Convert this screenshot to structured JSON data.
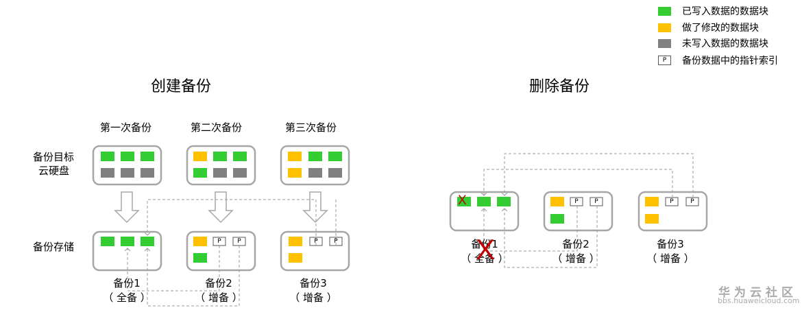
{
  "colors": {
    "written": "#33cc33",
    "modified": "#ffc000",
    "unwritten": "#808080",
    "frame": "#a6a6a6",
    "delete_mark": "#c00000"
  },
  "legend": [
    {
      "type": "written",
      "label": "已写入数据的数据块"
    },
    {
      "type": "modified",
      "label": "做了修改的数据块"
    },
    {
      "type": "unwritten",
      "label": "未写入数据的数据块"
    },
    {
      "type": "pointer",
      "label": "备份数据中的指针索引",
      "symbol": "P"
    }
  ],
  "create": {
    "title": "创建备份",
    "columns": [
      "第一次备份",
      "第二次备份",
      "第三次备份"
    ],
    "row_labels": {
      "disk_line1": "备份目标",
      "disk_line2": "云硬盘",
      "storage": "备份存储"
    },
    "backups": [
      {
        "name": "备份1",
        "type": "（ 全备 ）"
      },
      {
        "name": "备份2",
        "type": "（ 增备 ）"
      },
      {
        "name": "备份3",
        "type": "（ 增备 ）"
      }
    ]
  },
  "delete": {
    "title": "删除备份",
    "backups": [
      {
        "name": "备份1",
        "type": "（ 全备 ）"
      },
      {
        "name": "备份2",
        "type": "（ 增备 ）"
      },
      {
        "name": "备份3",
        "type": "（ 增备 ）"
      }
    ],
    "delete_mark": "X"
  },
  "pointer_symbol": "P",
  "watermark": {
    "line1": "华为云社区",
    "line2": "bbs.huaweicloud.com"
  }
}
